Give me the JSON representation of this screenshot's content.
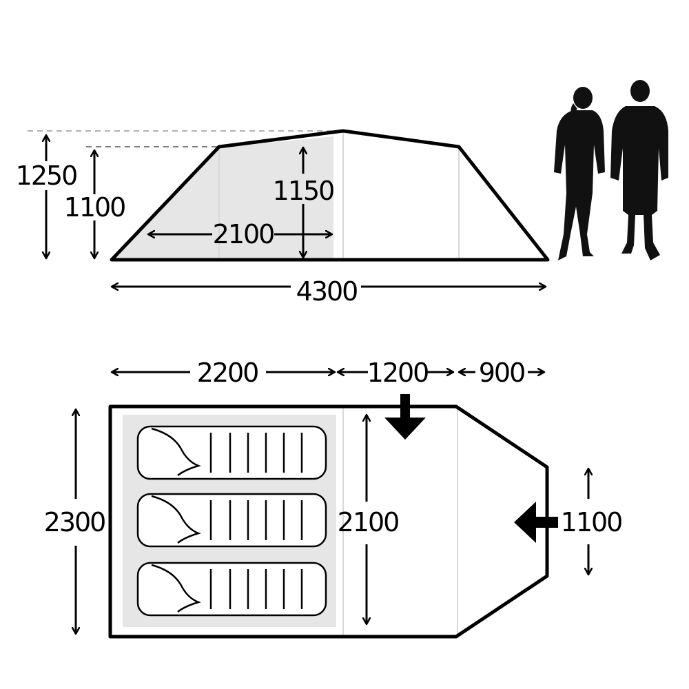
{
  "side_view": {
    "peak_height": "1250",
    "eave_height": "1100",
    "bedroom_height": "1150",
    "bedroom_length": "2100",
    "total_length": "4300"
  },
  "floor_plan": {
    "bedroom_length": "2200",
    "living_length": "1200",
    "porch_length": "900",
    "total_width": "2300",
    "living_width": "2100",
    "door_width": "1100",
    "sleeping_bag_count": 3
  },
  "colors": {
    "outline": "#000000",
    "bedroom_fill": "#e6e6e6",
    "guide_line": "#999999"
  },
  "icons": [
    "person-silhouette-icon",
    "sleeping-bag-icon",
    "entrance-arrow-icon"
  ]
}
